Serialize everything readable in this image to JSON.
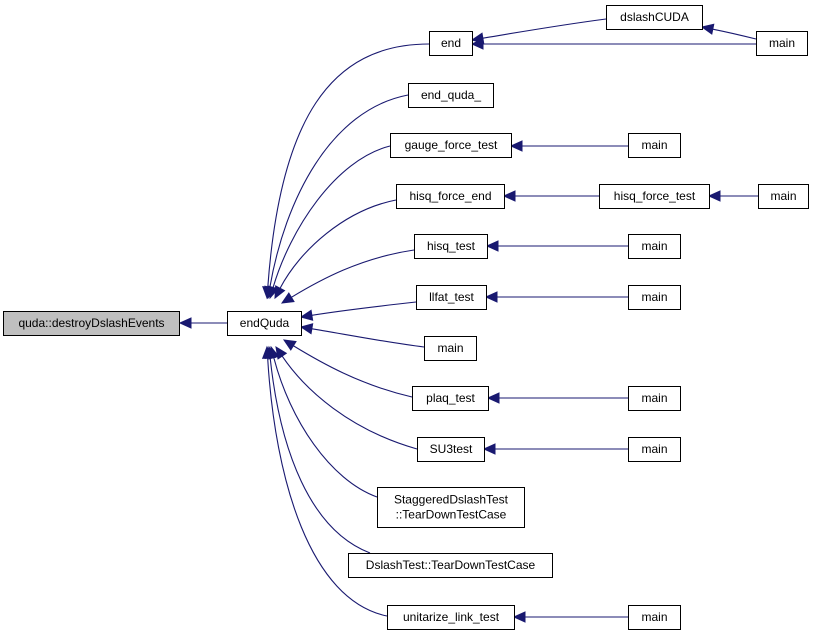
{
  "graph": {
    "root": "quda::destroyDslashEvents",
    "nodes": [
      {
        "id": "root",
        "label": [
          "quda::destroyDslashEvents"
        ]
      },
      {
        "id": "endQuda",
        "label": [
          "endQuda"
        ]
      },
      {
        "id": "end",
        "label": [
          "end"
        ]
      },
      {
        "id": "dslashCUDA",
        "label": [
          "dslashCUDA"
        ]
      },
      {
        "id": "main_a",
        "label": [
          "main"
        ]
      },
      {
        "id": "end_quda_",
        "label": [
          "end_quda_"
        ]
      },
      {
        "id": "gauge_force_test",
        "label": [
          "gauge_force_test"
        ]
      },
      {
        "id": "main_b",
        "label": [
          "main"
        ]
      },
      {
        "id": "hisq_force_end",
        "label": [
          "hisq_force_end"
        ]
      },
      {
        "id": "hisq_force_test",
        "label": [
          "hisq_force_test"
        ]
      },
      {
        "id": "main_c",
        "label": [
          "main"
        ]
      },
      {
        "id": "hisq_test",
        "label": [
          "hisq_test"
        ]
      },
      {
        "id": "main_d",
        "label": [
          "main"
        ]
      },
      {
        "id": "llfat_test",
        "label": [
          "llfat_test"
        ]
      },
      {
        "id": "main_e",
        "label": [
          "main"
        ]
      },
      {
        "id": "main_f",
        "label": [
          "main"
        ]
      },
      {
        "id": "plaq_test",
        "label": [
          "plaq_test"
        ]
      },
      {
        "id": "main_g",
        "label": [
          "main"
        ]
      },
      {
        "id": "SU3test",
        "label": [
          "SU3test"
        ]
      },
      {
        "id": "main_h",
        "label": [
          "main"
        ]
      },
      {
        "id": "staggered_teardown",
        "label": [
          "StaggeredDslashTest",
          "::TearDownTestCase"
        ]
      },
      {
        "id": "dslash_teardown",
        "label": [
          "DslashTest::TearDownTestCase"
        ]
      },
      {
        "id": "unitarize_link_test",
        "label": [
          "unitarize_link_test"
        ]
      },
      {
        "id": "main_i",
        "label": [
          "main"
        ]
      }
    ],
    "edges": [
      {
        "from": "endQuda",
        "to": "root"
      },
      {
        "from": "end",
        "to": "endQuda"
      },
      {
        "from": "end_quda_",
        "to": "endQuda"
      },
      {
        "from": "gauge_force_test",
        "to": "endQuda"
      },
      {
        "from": "hisq_force_end",
        "to": "endQuda"
      },
      {
        "from": "hisq_test",
        "to": "endQuda"
      },
      {
        "from": "llfat_test",
        "to": "endQuda"
      },
      {
        "from": "main_f",
        "to": "endQuda"
      },
      {
        "from": "plaq_test",
        "to": "endQuda"
      },
      {
        "from": "SU3test",
        "to": "endQuda"
      },
      {
        "from": "staggered_teardown",
        "to": "endQuda"
      },
      {
        "from": "dslash_teardown",
        "to": "endQuda"
      },
      {
        "from": "unitarize_link_test",
        "to": "endQuda"
      },
      {
        "from": "dslashCUDA",
        "to": "end"
      },
      {
        "from": "main_a",
        "to": "end"
      },
      {
        "from": "main_a",
        "to": "dslashCUDA"
      },
      {
        "from": "main_b",
        "to": "gauge_force_test"
      },
      {
        "from": "hisq_force_test",
        "to": "hisq_force_end"
      },
      {
        "from": "main_c",
        "to": "hisq_force_test"
      },
      {
        "from": "main_d",
        "to": "hisq_test"
      },
      {
        "from": "main_e",
        "to": "llfat_test"
      },
      {
        "from": "main_g",
        "to": "plaq_test"
      },
      {
        "from": "main_h",
        "to": "SU3test"
      },
      {
        "from": "main_i",
        "to": "unitarize_link_test"
      }
    ],
    "colors": {
      "edge": "#191970",
      "root_fill": "#bfbfbf",
      "node_fill": "#ffffff",
      "node_border": "#000000"
    }
  }
}
